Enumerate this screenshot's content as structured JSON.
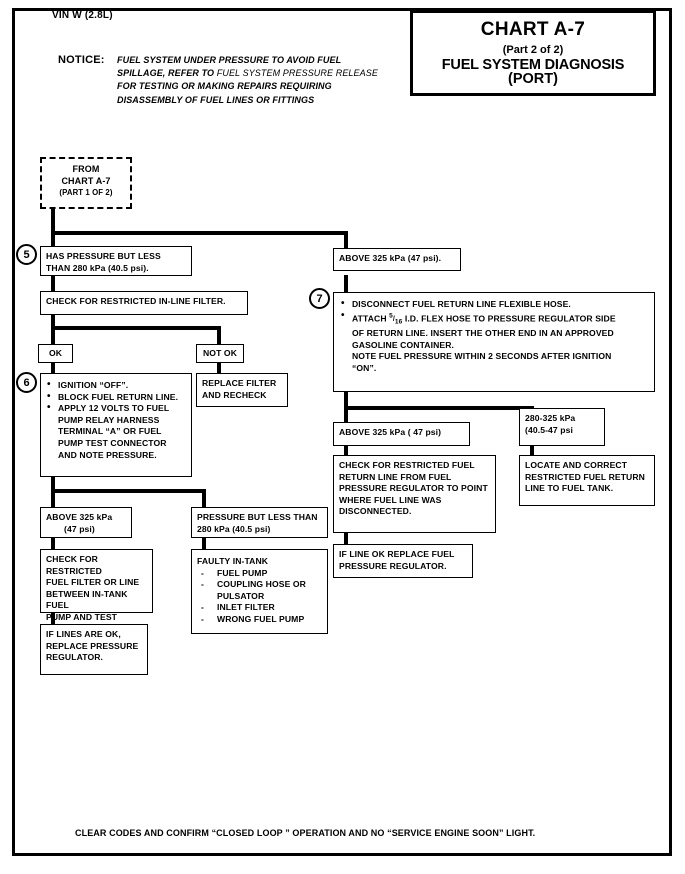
{
  "header": {
    "vin": "VIN W (2.8L)",
    "notice_label": "NOTICE:",
    "notice_line1": "FUEL SYSTEM UNDER PRESSURE TO AVOID FUEL",
    "notice_line2_a": "SPILLAGE, REFER TO ",
    "notice_line2_xref": "FUEL SYSTEM PRESSURE  RELEASE",
    "notice_line3": "FOR TESTING OR MAKING REPAIRS REQUIRING",
    "notice_line4": "DISASSEMBLY OF FUEL LINES OR FITTINGS"
  },
  "title": {
    "chart": "CHART A-7",
    "part": "(Part 2 of 2)",
    "name": "FUEL SYSTEM DIAGNOSIS",
    "subname": "(PORT)"
  },
  "entry": {
    "line1": "FROM",
    "line2": "CHART A-7",
    "line3": "(PART 1 OF 2)"
  },
  "steps": {
    "five": "5",
    "six": "6",
    "seven": "7"
  },
  "left_branch": {
    "box5_line1": "HAS PRESSURE BUT LESS",
    "box5_line2": "THAN 280 kPa (40.5 psi).",
    "check_filter": "CHECK FOR RESTRICTED IN-LINE FILTER.",
    "ok_label": "OK",
    "not_ok_label": "NOT OK",
    "replace_line1": "REPLACE FILTER",
    "replace_line2": "AND RECHECK",
    "box6_items": [
      "IGNITION “OFF”.",
      "BLOCK FUEL RETURN LINE.",
      "APPLY 12 VOLTS TO FUEL"
    ],
    "box6_cont": [
      "PUMP RELAY HARNESS",
      "TERMINAL “A” OR FUEL",
      "PUMP TEST CONNECTOR",
      "AND NOTE PRESSURE."
    ],
    "above325_line1": "ABOVE 325 kPa",
    "above325_line2": "(47 psi)",
    "pressure_less_line1": "PRESSURE BUT LESS THAN",
    "pressure_less_line2": "280 kPa (40.5 psi)",
    "check_restricted_l1": "CHECK FOR RESTRICTED",
    "check_restricted_l2": "FUEL FILTER OR  LINE",
    "check_restricted_l3": "BETWEEN IN-TANK FUEL",
    "check_restricted_l4": "PUMP AND TEST GAGE.",
    "if_lines_l1": "IF LINES ARE  OK,",
    "if_lines_l2": "REPLACE PRESSURE",
    "if_lines_l3": "REGULATOR.",
    "faulty_title": "FAULTY IN-TANK",
    "faulty_items": [
      "FUEL PUMP",
      "COUPLING HOSE OR",
      "PULSATOR",
      "INLET FILTER",
      "WRONG FUEL PUMP"
    ]
  },
  "right_branch": {
    "above325_top": "ABOVE 325 kPa (47 psi).",
    "box7_b1": "DISCONNECT FUEL RETURN LINE FLEXIBLE HOSE.",
    "box7_b2_pre": "ATTACH ",
    "box7_b2_num": "5",
    "box7_b2_den": "16",
    "box7_b2_post": " I.D. FLEX HOSE TO PRESSURE REGULATOR SIDE",
    "box7_l3": "OF RETURN LINE. INSERT THE OTHER END IN  AN  APPROVED",
    "box7_l4": "GASOLINE CONTAINER.",
    "box7_l5": "NOTE FUEL PRESSURE WITHIN 2 SECONDS AFTER IGNITION",
    "box7_l6": "“ON”.",
    "above325_mid": "ABOVE 325 kPa ( 47 psi)",
    "range_line1": "280-325 kPa",
    "range_line2": "(40.5-47 psi",
    "check_return_l1": "CHECK FOR RESTRICTED FUEL",
    "check_return_l2": "RETURN LINE FROM FUEL",
    "check_return_l3": "PRESSURE REGULATOR TO POINT",
    "check_return_l4": "WHERE FUEL LINE WAS",
    "check_return_l5": "DISCONNECTED.",
    "if_line_ok_l1": "IF LINE OK REPLACE FUEL",
    "if_line_ok_l2": "PRESSURE REGULATOR.",
    "locate_l1": "LOCATE AND CORRECT",
    "locate_l2": "RESTRICTED FUEL RETURN",
    "locate_l3": "LINE TO FUEL TANK."
  },
  "footer": {
    "text": "CLEAR CODES AND CONFIRM “CLOSED LOOP ” OPERATION AND NO “SERVICE ENGINE SOON” LIGHT."
  }
}
